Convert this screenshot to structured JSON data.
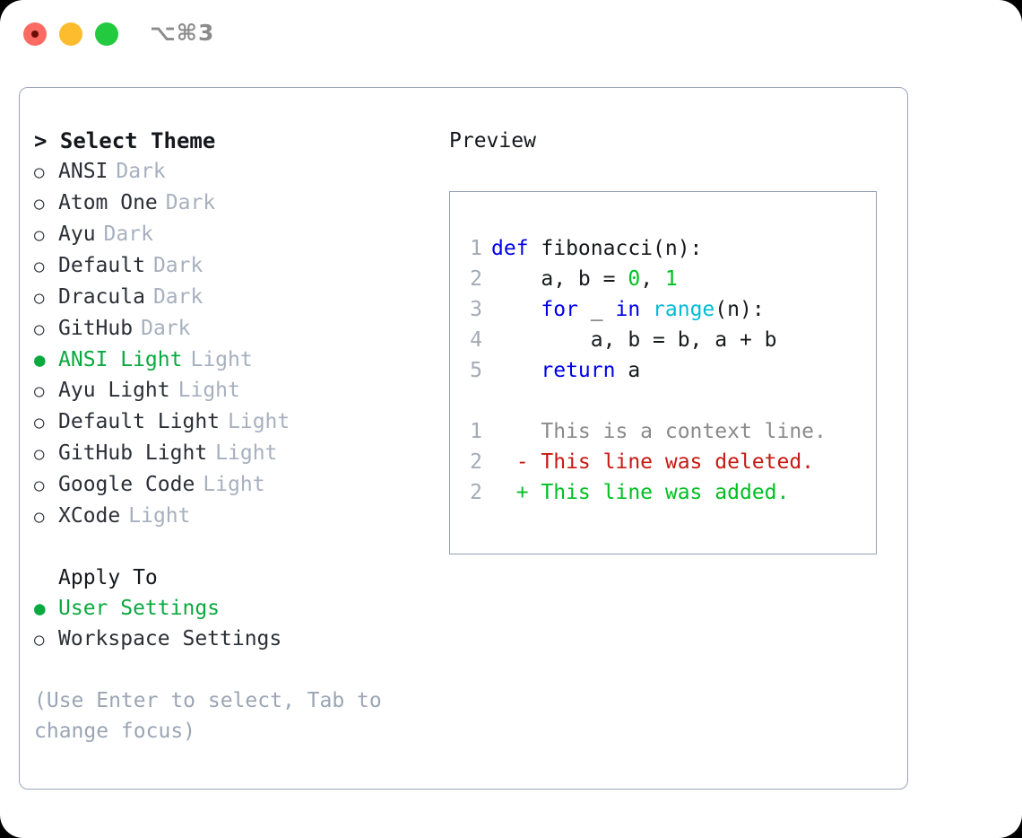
{
  "window": {
    "shortcut": "⌥⌘3",
    "traffic_lights": [
      {
        "name": "close",
        "color": "#fb6b63"
      },
      {
        "name": "minimize",
        "color": "#fdbc2e"
      },
      {
        "name": "maximize",
        "color": "#23ca40"
      }
    ]
  },
  "colors": {
    "accent_green": "#0aa93f",
    "text": "#2b2f36",
    "muted": "#a7b0bf",
    "hint": "#9ba5b4",
    "border": "#9aa6b8",
    "keyword": "#0000e8",
    "function": "#00bcd4",
    "number": "#00c023",
    "diff_add": "#00c023",
    "diff_del": "#c61a12",
    "diff_ctx": "#8a8a8a"
  },
  "theme_panel": {
    "title": "Select Theme",
    "cursor": ">",
    "bullet_unselected": "○",
    "bullet_selected": "●",
    "options": [
      {
        "label": "ANSI",
        "tag": "Dark",
        "selected": false
      },
      {
        "label": "Atom One",
        "tag": "Dark",
        "selected": false
      },
      {
        "label": "Ayu",
        "tag": "Dark",
        "selected": false
      },
      {
        "label": "Default",
        "tag": "Dark",
        "selected": false
      },
      {
        "label": "Dracula",
        "tag": "Dark",
        "selected": false
      },
      {
        "label": "GitHub",
        "tag": "Dark",
        "selected": false
      },
      {
        "label": "ANSI Light",
        "tag": "Light",
        "selected": true
      },
      {
        "label": "Ayu Light",
        "tag": "Light",
        "selected": false
      },
      {
        "label": "Default Light",
        "tag": "Light",
        "selected": false
      },
      {
        "label": "GitHub Light",
        "tag": "Light",
        "selected": false
      },
      {
        "label": "Google Code",
        "tag": "Light",
        "selected": false
      },
      {
        "label": "XCode",
        "tag": "Light",
        "selected": false
      }
    ]
  },
  "apply_to": {
    "title": "Apply To",
    "options": [
      {
        "label": "User Settings",
        "selected": true
      },
      {
        "label": "Workspace Settings",
        "selected": false
      }
    ]
  },
  "hint": "(Use Enter to select, Tab to change focus)",
  "preview": {
    "heading": "Preview",
    "code_lines": [
      {
        "no": "1",
        "tokens": [
          {
            "t": "def",
            "c": "kw"
          },
          {
            "t": " fibonacci(n):",
            "c": "txt"
          }
        ]
      },
      {
        "no": "2",
        "tokens": [
          {
            "t": "    a, b = ",
            "c": "txt"
          },
          {
            "t": "0",
            "c": "num"
          },
          {
            "t": ", ",
            "c": "txt"
          },
          {
            "t": "1",
            "c": "num"
          }
        ]
      },
      {
        "no": "3",
        "tokens": [
          {
            "t": "    ",
            "c": "txt"
          },
          {
            "t": "for",
            "c": "kw"
          },
          {
            "t": " _ ",
            "c": "txt"
          },
          {
            "t": "in",
            "c": "kw"
          },
          {
            "t": " ",
            "c": "txt"
          },
          {
            "t": "range",
            "c": "fn"
          },
          {
            "t": "(n):",
            "c": "txt"
          }
        ]
      },
      {
        "no": "4",
        "tokens": [
          {
            "t": "        a, b = b, a + b",
            "c": "txt"
          }
        ]
      },
      {
        "no": "5",
        "tokens": [
          {
            "t": "    ",
            "c": "txt"
          },
          {
            "t": "return",
            "c": "kw"
          },
          {
            "t": " a",
            "c": "txt"
          }
        ]
      }
    ],
    "diff_lines": [
      {
        "no": "1",
        "marker": " ",
        "text": "This is a context line.",
        "kind": "ctx"
      },
      {
        "no": "2",
        "marker": "-",
        "text": "This line was deleted.",
        "kind": "del"
      },
      {
        "no": "2",
        "marker": "+",
        "text": "This line was added.",
        "kind": "add"
      }
    ]
  }
}
